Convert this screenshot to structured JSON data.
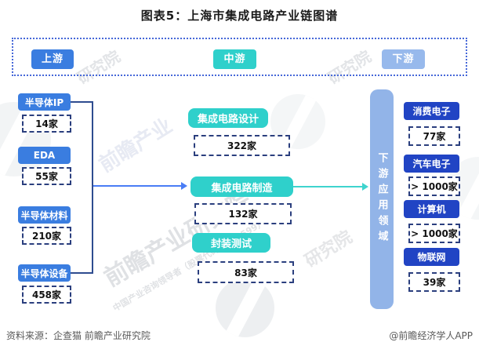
{
  "title": "图表5：上海市集成电路产业链图谱",
  "colors": {
    "upstream_btn": "#3a7de0",
    "midstream_btn": "#2fd0cb",
    "downstream_stage_btn": "#97b9ec",
    "downstream_item_btn": "#2144c4",
    "downstream_bar": "#92b4e8",
    "dashed_border": "#2b3f7e",
    "arrow_blue": "#4a7df5",
    "arrow_teal": "#3fd4ce"
  },
  "header": {
    "stages": [
      {
        "label": "上游"
      },
      {
        "label": "中游"
      },
      {
        "label": "下游"
      }
    ]
  },
  "upstream": {
    "items": [
      {
        "label": "半导体IP",
        "count": "14家"
      },
      {
        "label": "EDA",
        "count": "55家"
      },
      {
        "label": "半导体材料",
        "count": "210家"
      },
      {
        "label": "半导体设备",
        "count": "458家"
      }
    ]
  },
  "midstream": {
    "items": [
      {
        "label": "集成电路设计",
        "count": "322家"
      },
      {
        "label": "集成电路制造",
        "count": "132家"
      },
      {
        "label": "封装测试",
        "count": "83家"
      }
    ]
  },
  "downstream": {
    "bar_label": "下游应用领域",
    "items": [
      {
        "label": "消费电子",
        "count": "77家"
      },
      {
        "label": "汽车电子",
        "count": "> 1000家"
      },
      {
        "label": "计算机",
        "count": "> 1000家"
      },
      {
        "label": "物联网",
        "count": "39家"
      }
    ]
  },
  "watermarks": {
    "big": "前瞻产业研究院",
    "small1": "研究院",
    "small2": "前瞻产业",
    "tagline": "中国产业咨询领导者（股票代码：839599）"
  },
  "footer": {
    "source": "资料来源：企查猫 前瞻产业研究院",
    "credit": "@前瞻经济学人APP"
  }
}
